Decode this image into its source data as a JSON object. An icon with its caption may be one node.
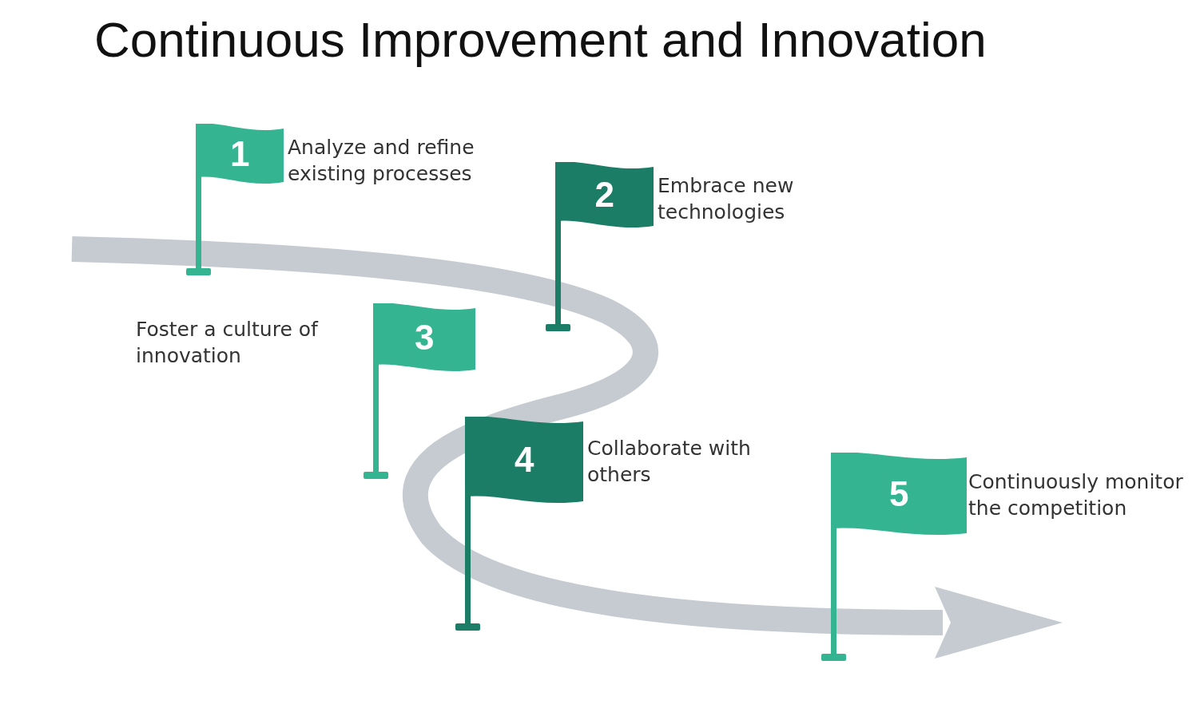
{
  "diagram": {
    "title": "Continuous Improvement and Innovation",
    "nodes": [
      {
        "text": [
          "1"
        ],
        "beside": [
          "Analyze and refine existing processes"
        ]
      },
      {
        "text": [
          "2"
        ],
        "beside": [
          "Embrace new technologies"
        ]
      },
      {
        "text": [
          "3"
        ],
        "beside": [
          "Foster a culture of innovation"
        ]
      },
      {
        "text": [
          "4"
        ],
        "beside": [
          "Collaborate with others"
        ]
      },
      {
        "text": [
          "5"
        ],
        "beside": [
          "Continuously monitor the competition"
        ]
      }
    ]
  }
}
